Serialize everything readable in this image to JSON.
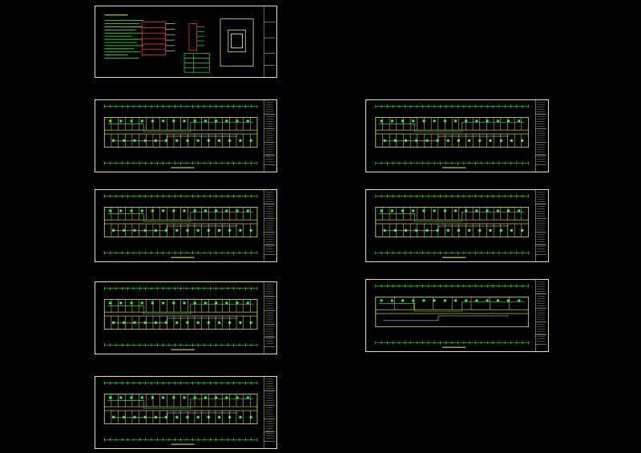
{
  "canvas": {
    "background": "#000000"
  },
  "colors": {
    "frame": "#e8e86a",
    "walls": "#e8e86a",
    "wiring": "#3cff3c",
    "text": "#e8e86a",
    "accent": "#ff3030",
    "white": "#ffffff"
  },
  "sheets": [
    {
      "id": "cover",
      "kind": "legend",
      "has_label": false
    },
    {
      "id": "plan-1",
      "kind": "floor-plan",
      "has_label": false
    },
    {
      "id": "plan-2",
      "kind": "floor-plan",
      "has_label": false
    },
    {
      "id": "plan-3",
      "kind": "floor-plan",
      "has_label": false
    },
    {
      "id": "plan-4",
      "kind": "floor-plan",
      "has_label": false
    },
    {
      "id": "plan-5",
      "kind": "floor-plan",
      "has_label": false
    },
    {
      "id": "plan-6",
      "kind": "floor-plan",
      "has_label": false
    },
    {
      "id": "plan-7",
      "kind": "floor-plan",
      "has_label": false
    }
  ]
}
